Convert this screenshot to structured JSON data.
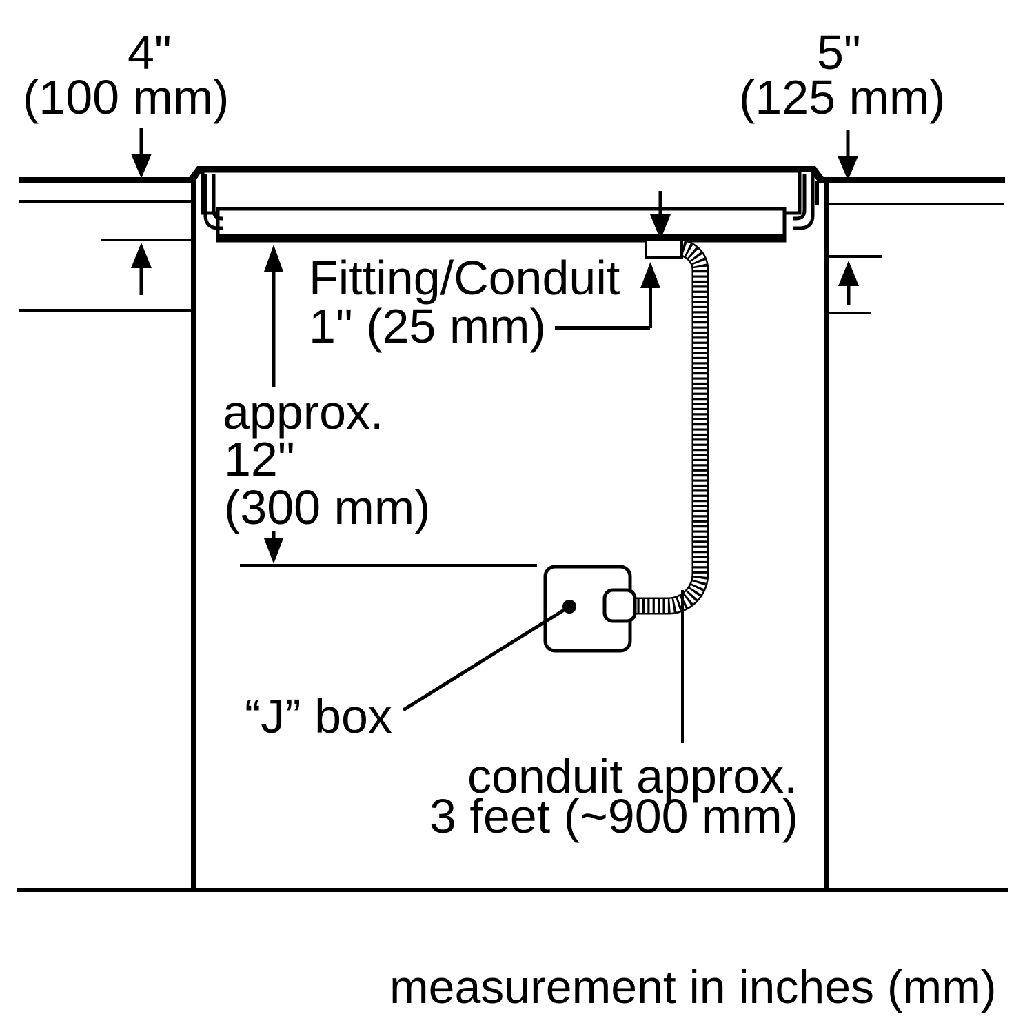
{
  "diagram": {
    "background": "#ffffff",
    "line_color": "#000000",
    "labels": {
      "dim_left_top_line1": "4\"",
      "dim_left_top_line2": "(100 mm)",
      "dim_right_top_line1": "5\"",
      "dim_right_top_line2": "(125 mm)",
      "fitting_line1": "Fitting/Conduit",
      "fitting_line2": "1\" (25 mm)",
      "approx_line1": "approx.",
      "approx_line2": "12\"",
      "approx_line3": "(300 mm)",
      "jbox_label": "“J” box",
      "conduit_line1": "conduit approx.",
      "conduit_line2": "3 feet (~900 mm)",
      "footer": "measurement in inches (mm)"
    }
  }
}
